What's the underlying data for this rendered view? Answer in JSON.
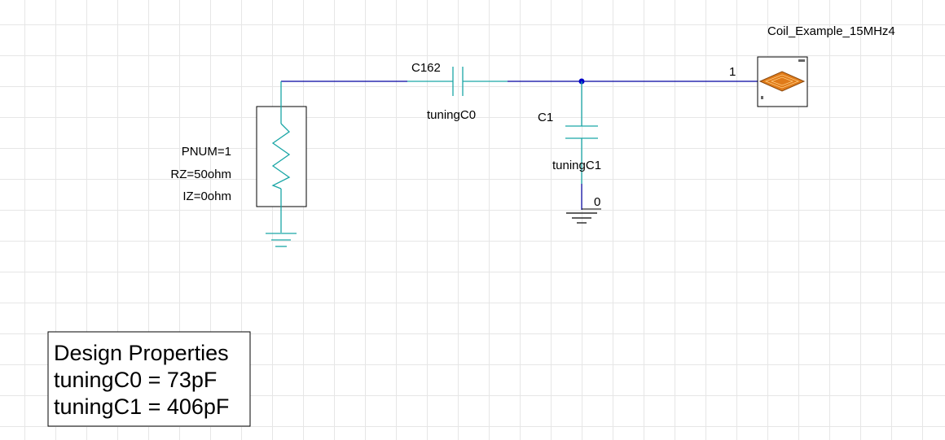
{
  "ports": {
    "port1": {
      "params": [
        "PNUM=1",
        "RZ=50ohm",
        "IZ=0ohm"
      ]
    }
  },
  "capacitors": {
    "series": {
      "name": "C162",
      "value": "tuningC0"
    },
    "shunt": {
      "name": "C1",
      "value": "tuningC1"
    }
  },
  "nets": {
    "ground_node": "0",
    "coil_pin": "1"
  },
  "coil": {
    "name": "Coil_Example_15MHz4",
    "icon": "coil-component-icon",
    "color": "#e07b1a"
  },
  "design_properties": {
    "title": "Design Properties",
    "lines": [
      "tuningC0 = 73pF",
      "tuningC1 = 406pF"
    ]
  },
  "colors": {
    "wire": "#0000a0",
    "component": "#1aa6a6",
    "grid": "#e6e6e6"
  }
}
